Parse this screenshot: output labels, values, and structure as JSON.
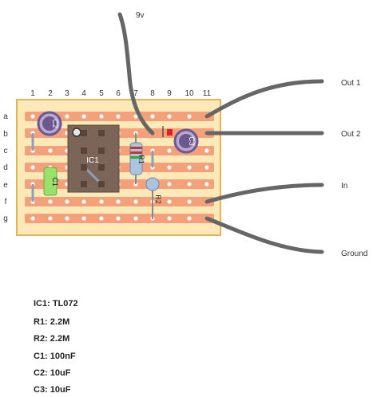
{
  "colors": {
    "board": "#fde8b8",
    "board_border": "#e0b45a",
    "strip": "#f4a07a",
    "wire": "#666666",
    "ic_body": "#7a6558",
    "cap_electrolytic": "#6a5a8c",
    "cap_ceramic": "#9be06a",
    "resistor": "#aac4e2"
  },
  "columns": [
    "1",
    "2",
    "3",
    "4",
    "5",
    "6",
    "7",
    "8",
    "9",
    "10",
    "11"
  ],
  "rows": [
    "a",
    "b",
    "c",
    "d",
    "e",
    "f",
    "g"
  ],
  "wire_labels": {
    "v9": "9v",
    "out1": "Out 1",
    "out2": "Out 2",
    "in": "In",
    "ground": "Ground"
  },
  "components": {
    "ic1": "IC1",
    "r1": "R1",
    "r2": "R2",
    "c1": "C1",
    "c2": "C2",
    "c3": "C3"
  },
  "bom": [
    "IC1: TL072",
    "R1: 2.2M",
    "R2: 2.2M",
    "C1: 100nF",
    "C2: 10uF",
    "C3: 10uF"
  ]
}
